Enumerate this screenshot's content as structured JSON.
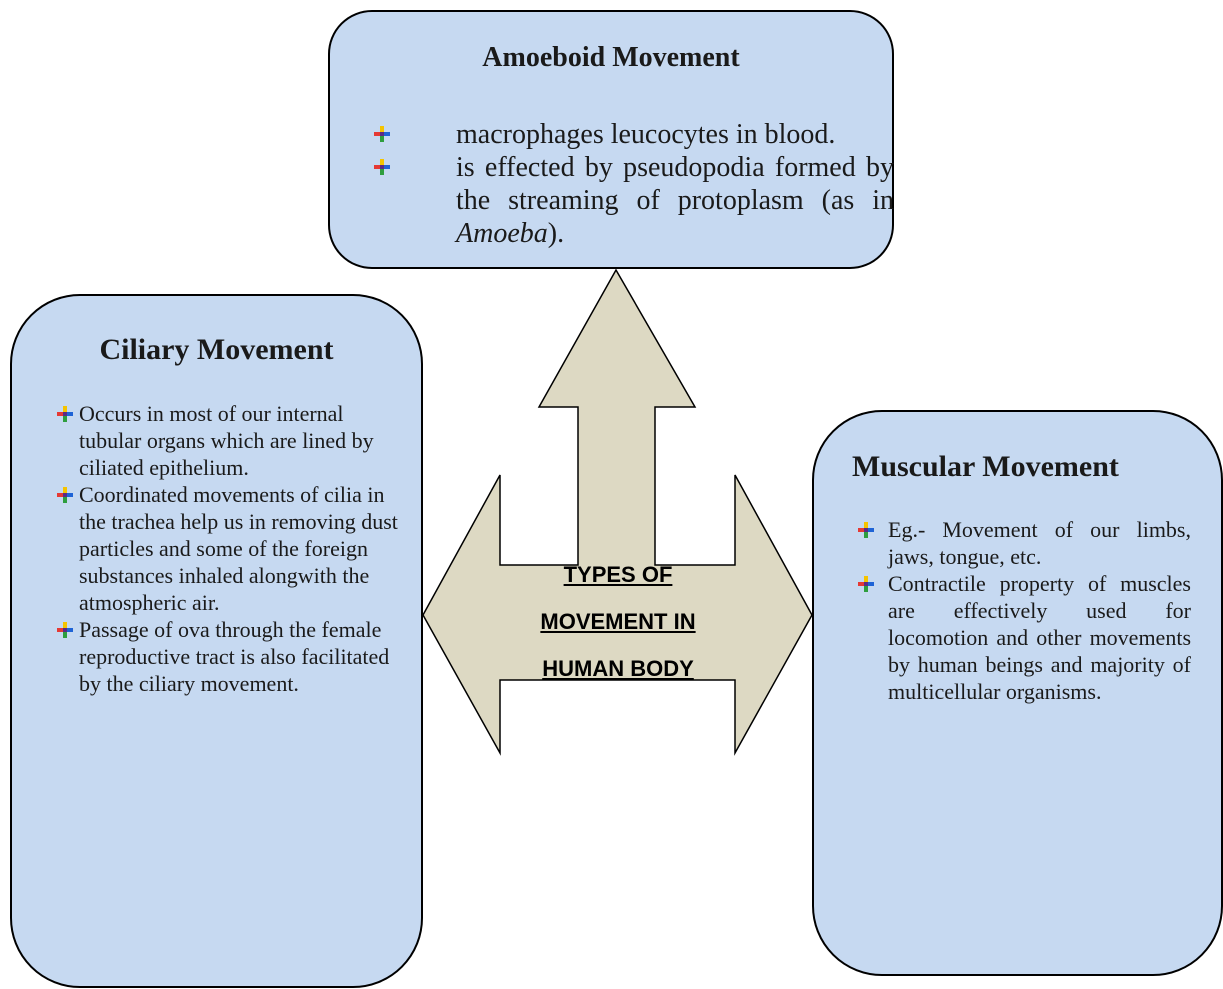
{
  "center": {
    "line1": "TYPES OF",
    "line2": "MOVEMENT IN",
    "line3": "HUMAN BODY"
  },
  "amoeboid": {
    "title": "Amoeboid Movement",
    "items": [
      "macrophages leucocytes in blood.",
      "is effected by pseudopodia formed by the streaming of protoplasm (as in ",
      "Amoeba",
      ")."
    ]
  },
  "ciliary": {
    "title": "Ciliary Movement",
    "items": [
      "Occurs in most of our internal tubular organs which are lined by ciliated epithelium.",
      "Coordinated movements of cilia in the trachea help us in removing dust particles and some of the foreign substances inhaled alongwith the atmospheric air.",
      "Passage of ova through the female reproductive tract is also facilitated by the ciliary movement."
    ]
  },
  "muscular": {
    "title": "Muscular Movement",
    "items": [
      "Eg.- Movement of our limbs, jaws, tongue, etc.",
      "Contractile property of muscles are effectively used for locomotion and other movements by human beings and majority of multicellular organisms."
    ]
  },
  "colors": {
    "box_fill": "#c6d9f1",
    "arrow_fill": "#ddd9c3",
    "outline": "#000000"
  },
  "icons": {
    "bullet": "four-color-plus-bullet-icon"
  }
}
